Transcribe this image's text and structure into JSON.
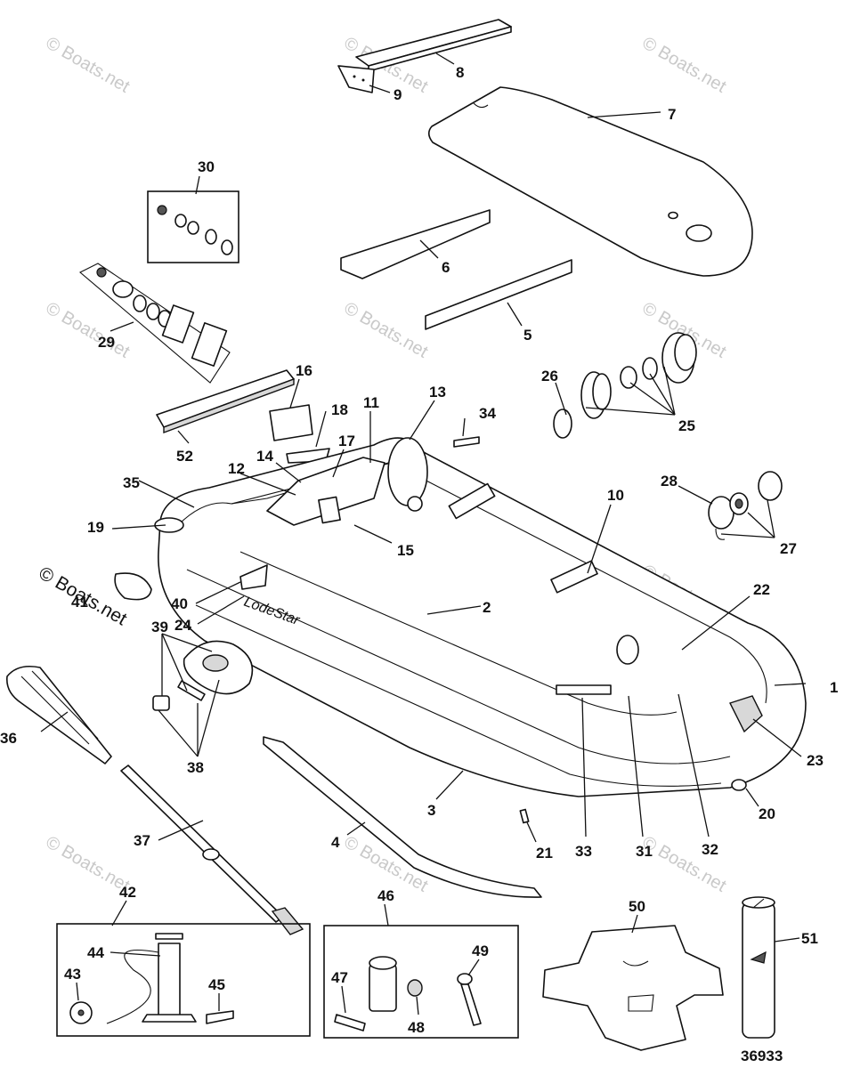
{
  "watermark": "© Boats.net",
  "brand_text": "LodeStar",
  "figure_number": "36933",
  "part_labels": {
    "p1": "1",
    "p2": "2",
    "p3": "3",
    "p4": "4",
    "p5": "5",
    "p6": "6",
    "p7": "7",
    "p8": "8",
    "p9": "9",
    "p10": "10",
    "p11": "11",
    "p12": "12",
    "p13": "13",
    "p14": "14",
    "p15": "15",
    "p16": "16",
    "p17": "17",
    "p18": "18",
    "p19": "19",
    "p20": "20",
    "p21": "21",
    "p22": "22",
    "p23": "23",
    "p24": "24",
    "p25": "25",
    "p26": "26",
    "p27": "27",
    "p28": "28",
    "p29": "29",
    "p30": "30",
    "p31": "31",
    "p32": "32",
    "p33": "33",
    "p34": "34",
    "p35": "35",
    "p36": "36",
    "p37": "37",
    "p38": "38",
    "p39": "39",
    "p40": "40",
    "p41": "41",
    "p42": "42",
    "p43": "43",
    "p44": "44",
    "p45": "45",
    "p46": "46",
    "p47": "47",
    "p48": "48",
    "p49": "49",
    "p50": "50",
    "p51": "51",
    "p52": "52"
  }
}
